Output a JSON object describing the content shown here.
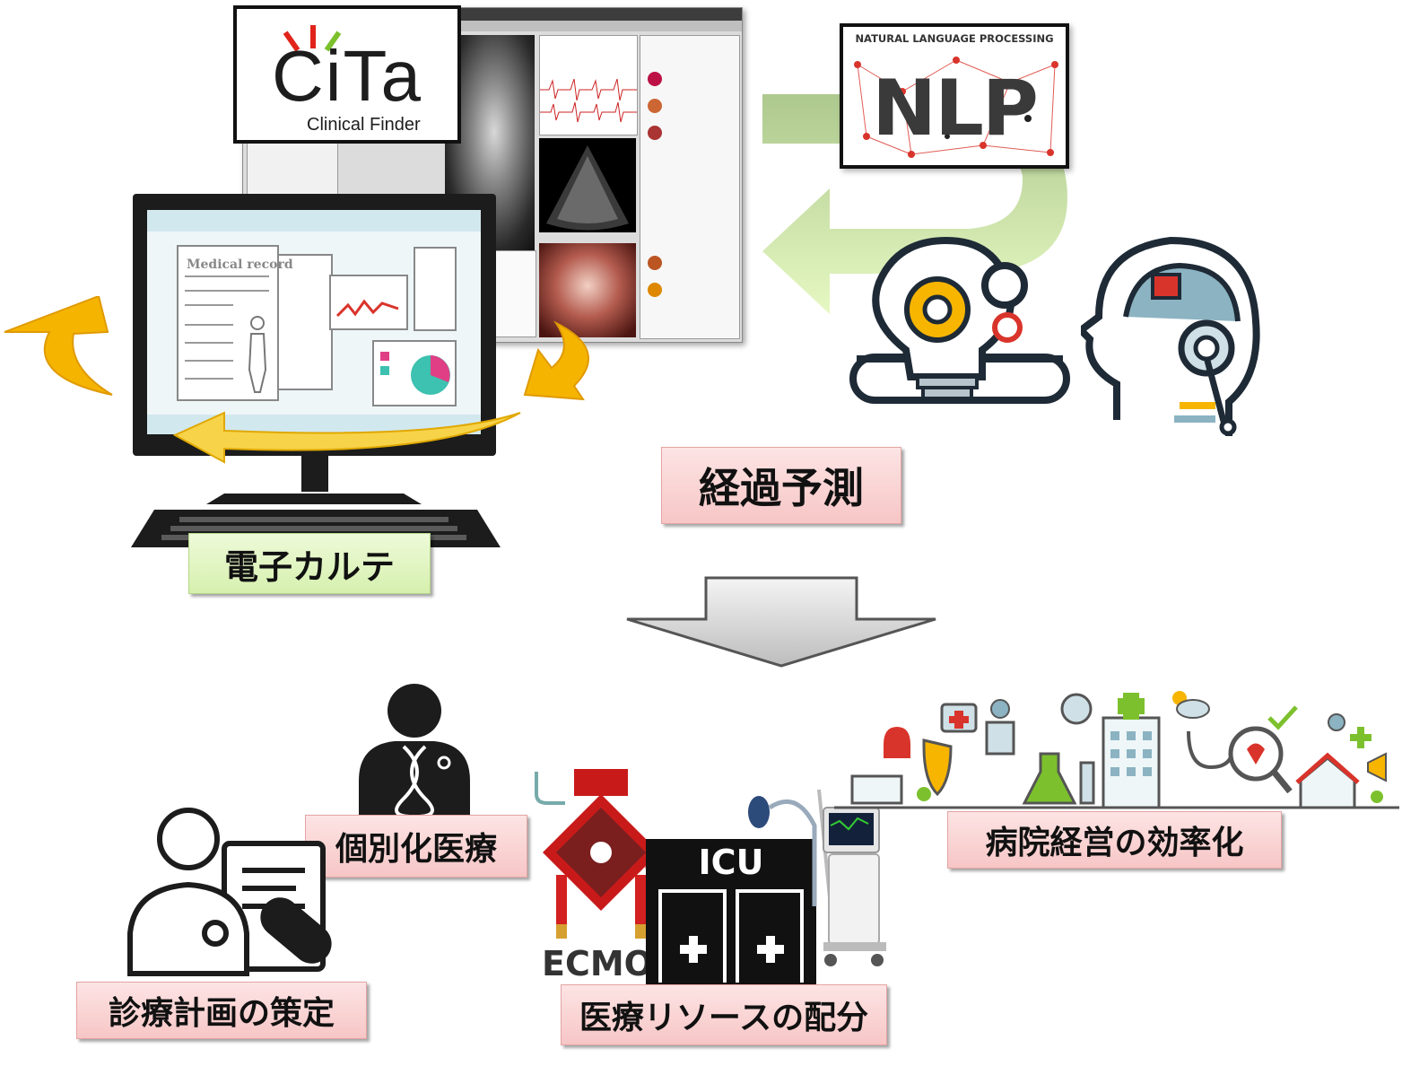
{
  "labels": {
    "ehr": "電子カルテ",
    "prediction": "経過予測",
    "personalized": "個別化医療",
    "treatment_plan": "診療計画の策定",
    "resource_allocation": "医療リソースの配分",
    "hospital_efficiency": "病院経営の効率化"
  },
  "logo": {
    "brand": "CiTa",
    "tagline": "Clinical Finder"
  },
  "nlp": {
    "title": "NATURAL LANGUAGE PROCESSING",
    "big": "NLP"
  },
  "monitor": {
    "record_title": "Medical record"
  },
  "equipment": {
    "icu": "ICU",
    "ecmo": "ECMO"
  },
  "colors": {
    "label_red_bg": "#f7c6c6",
    "label_green_bg": "#d6f0ae",
    "arrow_green": "#c8eaa0",
    "arrow_yellow": "#f5b400",
    "nlp_red": "#d9342b"
  }
}
